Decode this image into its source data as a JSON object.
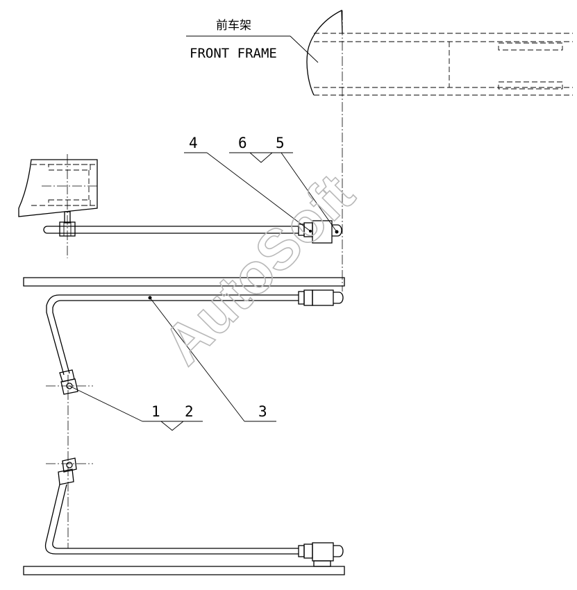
{
  "frame_label_cn": "前车架",
  "frame_label_en": "FRONT FRAME",
  "callouts": [
    "1",
    "2",
    "3",
    "4",
    "5",
    "6"
  ],
  "watermark": "AutoSoft"
}
